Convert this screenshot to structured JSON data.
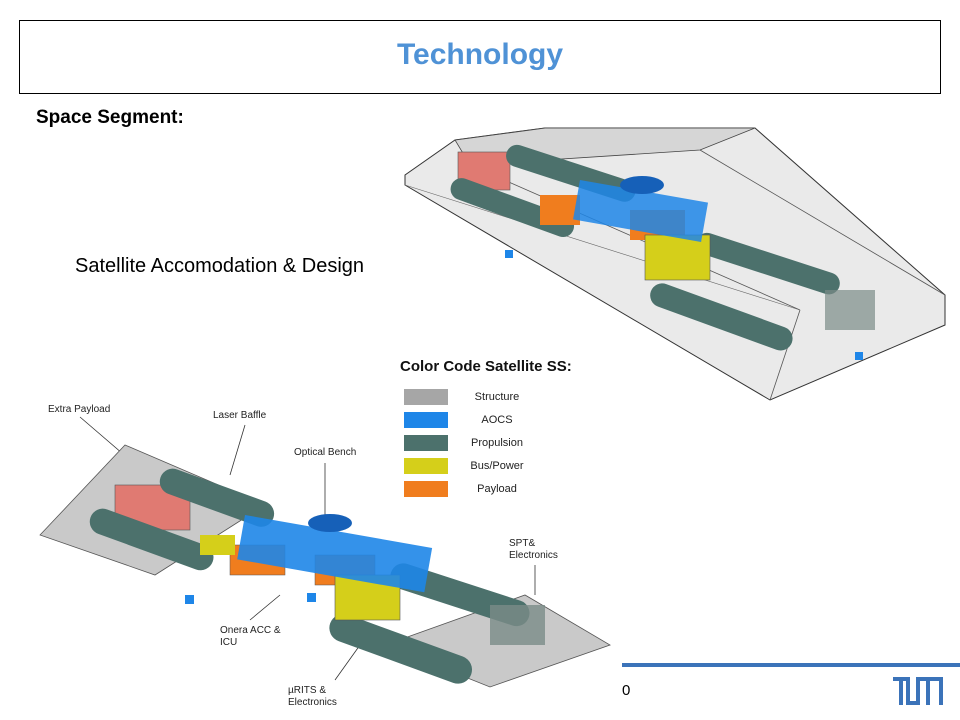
{
  "slide": {
    "title": "Technology",
    "subtitle": "Space Segment:",
    "caption": "Satellite Accomodation & Design",
    "page_number": "0"
  },
  "legend": {
    "title": "Color Code Satellite SS:",
    "items": [
      {
        "label": "Structure",
        "color": "#a6a6a6"
      },
      {
        "label": "AOCS",
        "color": "#1e86e8"
      },
      {
        "label": "Propulsion",
        "color": "#4c716c"
      },
      {
        "label": "Bus/Power",
        "color": "#d5cf1a"
      },
      {
        "label": "Payload",
        "color": "#f07d1e"
      }
    ]
  },
  "callouts": {
    "extra_payload": "Extra Payload",
    "laser_baffle": "Laser Baffle",
    "optical_bench": "Optical Bench",
    "spt_electronics_1": "SPT&",
    "spt_electronics_2": "Electronics",
    "onera_acc_1": "Onera ACC &",
    "onera_acc_2": "ICU",
    "murits_1": "µRITS &",
    "murits_2": "Electronics"
  },
  "colors": {
    "title_blue": "#4f92d6",
    "footer_blue": "#3b73b9",
    "extra_payload_pink": "#e07a72"
  }
}
